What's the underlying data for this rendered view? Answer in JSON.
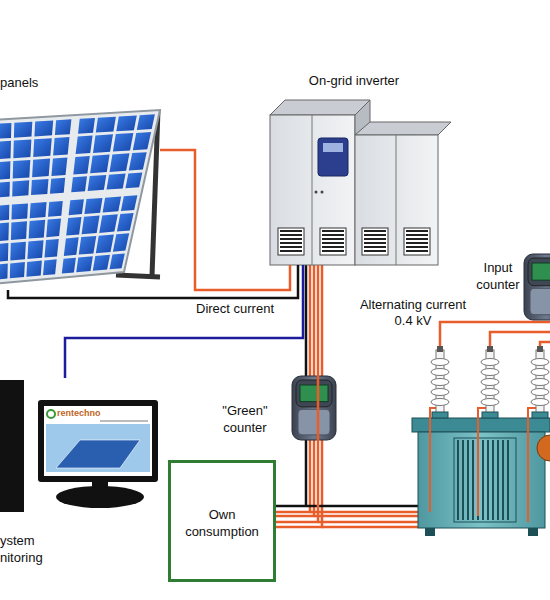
{
  "diagram": {
    "nodes": [
      {
        "text": [
          "panels"
        ]
      },
      {
        "text": [
          "On-grid inverter"
        ]
      },
      {
        "text": [
          "Input counter"
        ]
      },
      {
        "text": [
          "\"Green\" counter"
        ]
      },
      {
        "text": [
          "Own consumption"
        ]
      },
      {
        "text": [
          "ystem nitoring"
        ]
      }
    ],
    "edges": [
      {
        "from": 0,
        "to": 1,
        "arrow": "none"
      },
      {
        "from": 0,
        "to": 1,
        "label": "Direct current",
        "arrow": "none"
      },
      {
        "from": 1,
        "to": 5,
        "arrow": "none"
      },
      {
        "from": 1,
        "to": 4,
        "label": "Alternating current 0.4 kV",
        "arrow": "none"
      }
    ],
    "labels": [
      "rentechno"
    ]
  }
}
